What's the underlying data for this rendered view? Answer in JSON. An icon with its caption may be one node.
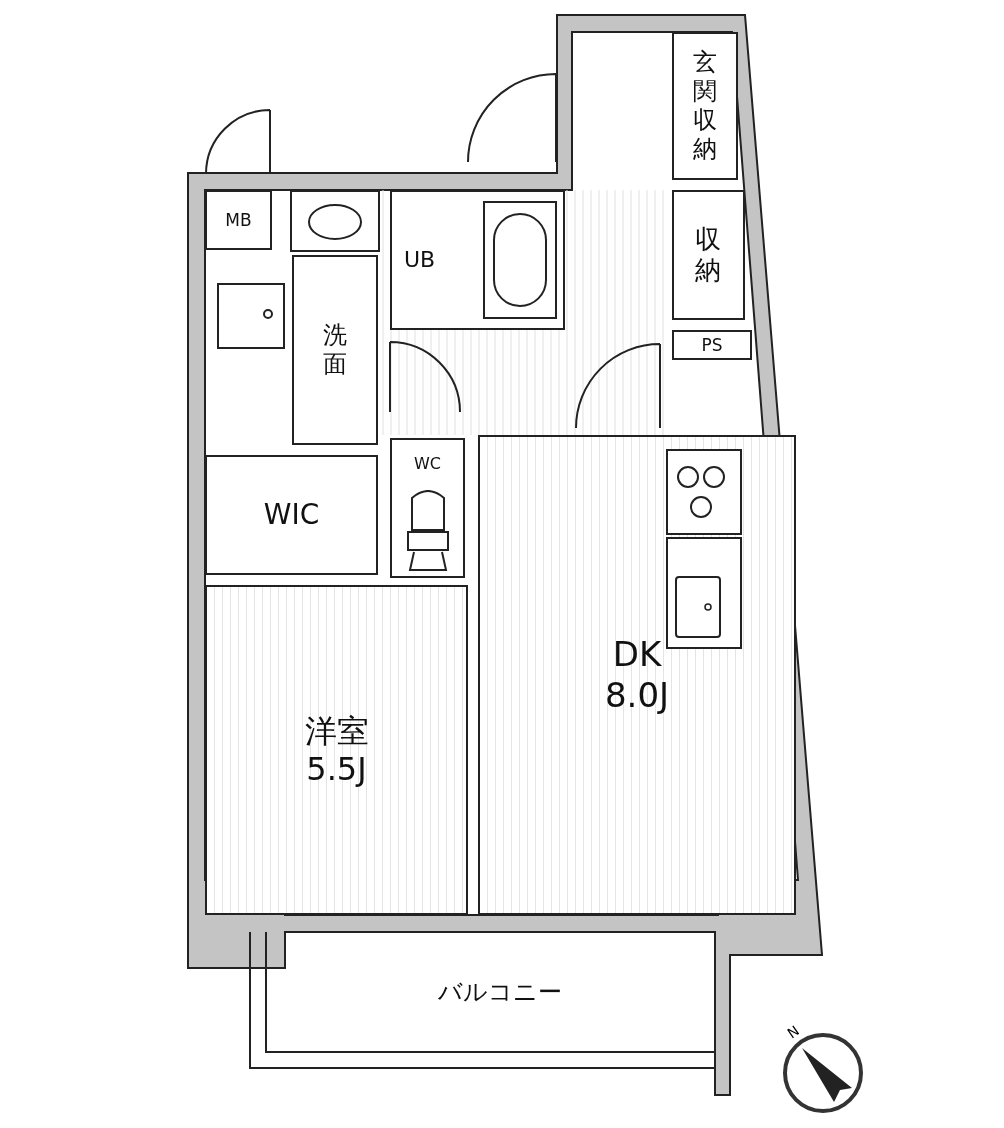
{
  "diagram": {
    "nodes": [
      {
        "text": [
          "玄関収納"
        ]
      },
      {
        "text": [
          "収納"
        ]
      },
      {
        "text": [
          "PS"
        ]
      },
      {
        "text": [
          "MB"
        ]
      },
      {
        "text": [
          "UB"
        ]
      },
      {
        "text": [
          "洗面"
        ]
      },
      {
        "text": [
          "WC"
        ]
      },
      {
        "text": [
          "WIC"
        ]
      },
      {
        "text": [
          "洋室",
          "5.5J"
        ]
      },
      {
        "text": [
          "DK",
          "8.0J"
        ]
      },
      {
        "text": [
          "バルコニー"
        ]
      }
    ],
    "edges": [],
    "labels": [
      "N"
    ]
  }
}
